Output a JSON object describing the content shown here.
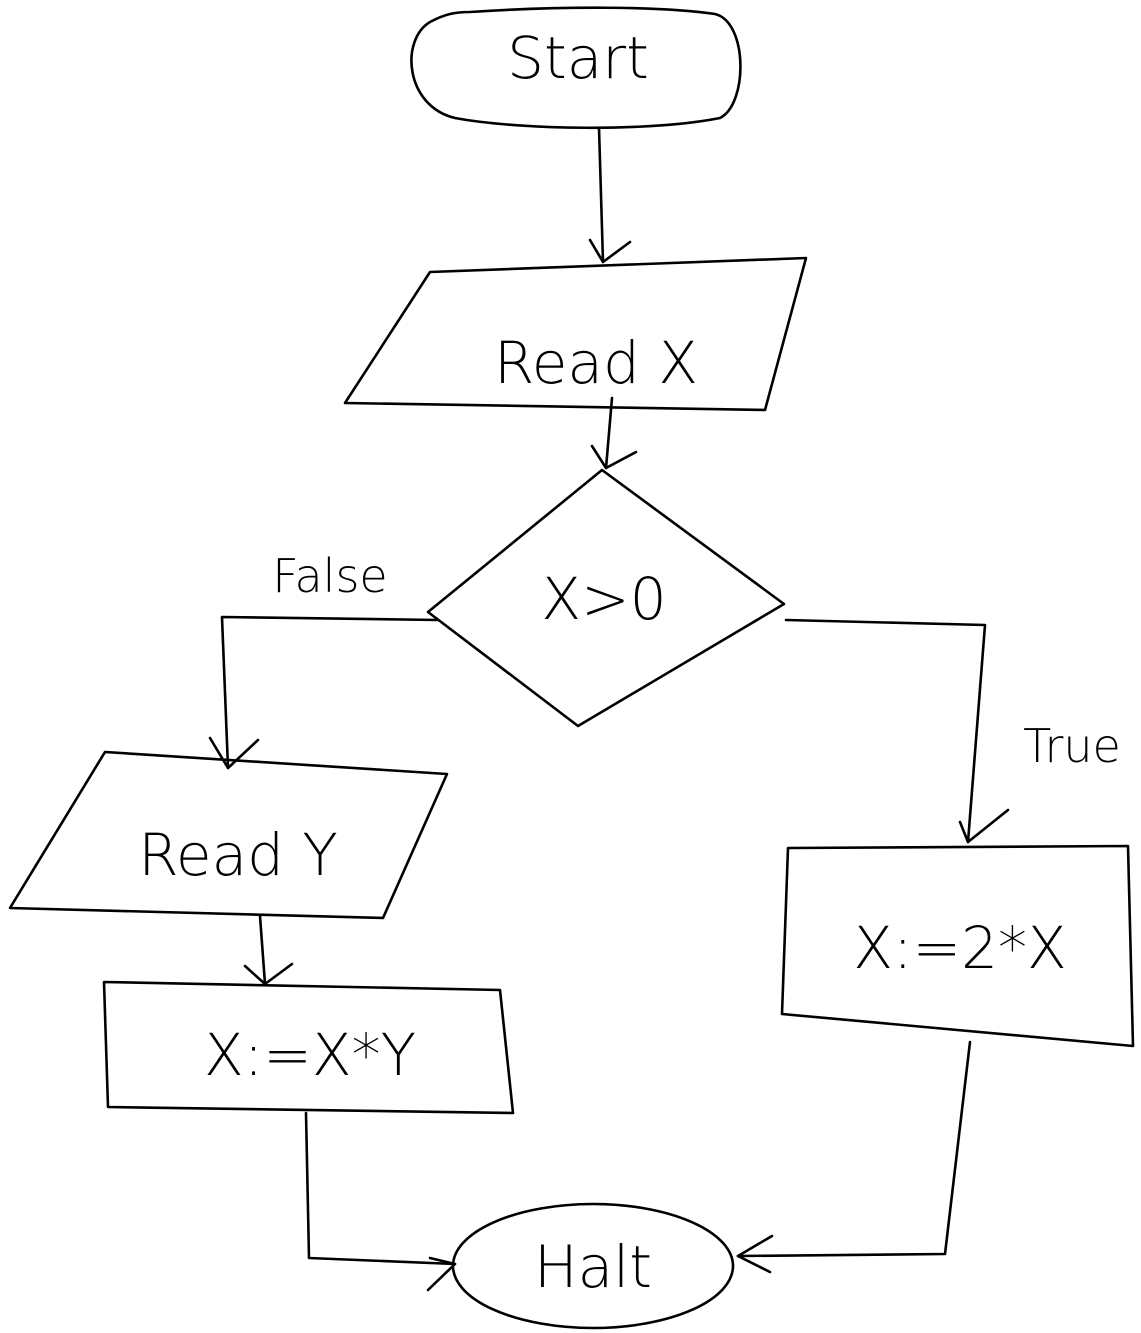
{
  "diagram": {
    "nodes": {
      "start": {
        "label": "Start",
        "shape": "terminator"
      },
      "read_x": {
        "label": "Read X",
        "shape": "input-parallelogram"
      },
      "decision": {
        "label": "X>0",
        "shape": "decision-diamond"
      },
      "read_y": {
        "label": "Read Y",
        "shape": "input-parallelogram"
      },
      "assign_xy": {
        "label": "X:=X*Y",
        "shape": "process-rectangle"
      },
      "assign_2x": {
        "label": "X:=2*X",
        "shape": "process-rectangle"
      },
      "halt": {
        "label": "Halt",
        "shape": "terminator"
      }
    },
    "edges": {
      "false_label": "False",
      "true_label": "True"
    },
    "stroke_color": "#000000",
    "background_color": "#ffffff"
  }
}
